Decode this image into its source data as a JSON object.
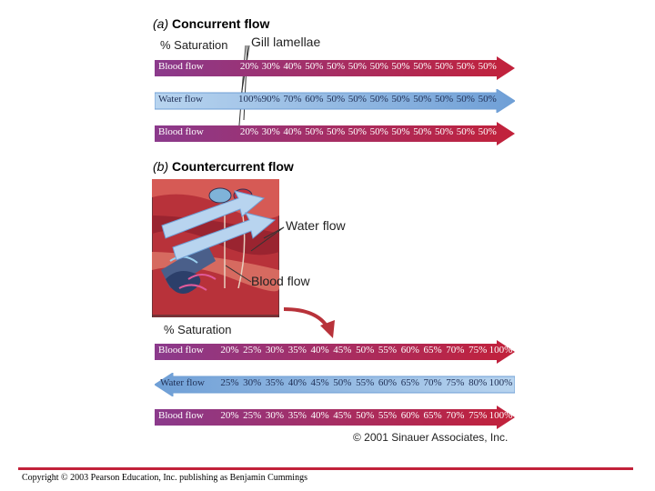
{
  "panel_a": {
    "letter": "(a)",
    "title": "Concurrent flow",
    "saturation_label": "% Saturation",
    "callout_gill": "Gill lamellae",
    "rows": [
      {
        "kind": "blood",
        "label": "Blood flow",
        "values": [
          "20%",
          "30%",
          "40%",
          "50%",
          "50%",
          "50%",
          "50%",
          "50%",
          "50%",
          "50%",
          "50%",
          "50%"
        ]
      },
      {
        "kind": "water",
        "label": "Water flow",
        "values": [
          "100%",
          "90%",
          "70%",
          "60%",
          "50%",
          "50%",
          "50%",
          "50%",
          "50%",
          "50%",
          "50%",
          "50%"
        ]
      },
      {
        "kind": "blood",
        "label": "Blood flow",
        "values": [
          "20%",
          "30%",
          "40%",
          "50%",
          "50%",
          "50%",
          "50%",
          "50%",
          "50%",
          "50%",
          "50%",
          "50%"
        ]
      }
    ]
  },
  "panel_b": {
    "letter": "(b)",
    "title": "Countercurrent flow",
    "saturation_label": "% Saturation",
    "callout_water": "Water flow",
    "callout_blood": "Blood flow",
    "rows": [
      {
        "kind": "blood",
        "label": "Blood flow",
        "values": [
          "20%",
          "25%",
          "30%",
          "35%",
          "40%",
          "45%",
          "50%",
          "55%",
          "60%",
          "65%",
          "70%",
          "75%",
          "100%"
        ]
      },
      {
        "kind": "water",
        "label": "Water flow",
        "values": [
          "25%",
          "30%",
          "35%",
          "40%",
          "45%",
          "50%",
          "55%",
          "60%",
          "65%",
          "70%",
          "75%",
          "80%",
          "100%"
        ]
      },
      {
        "kind": "blood",
        "label": "Blood flow",
        "values": [
          "20%",
          "25%",
          "30%",
          "35%",
          "40%",
          "45%",
          "50%",
          "55%",
          "60%",
          "65%",
          "70%",
          "75%",
          "100%"
        ]
      }
    ]
  },
  "copyright_sinauer": "© 2001 Sinauer Associates, Inc.",
  "footer": "Copyright © 2003 Pearson Education, Inc. publishing as Benjamin Cummings",
  "colors": {
    "blood_start": "#8b3a8c",
    "blood_end": "#c2213a",
    "water_start": "#b8d4ef",
    "water_end": "#6f9fd6",
    "rule": "#c2213a"
  }
}
